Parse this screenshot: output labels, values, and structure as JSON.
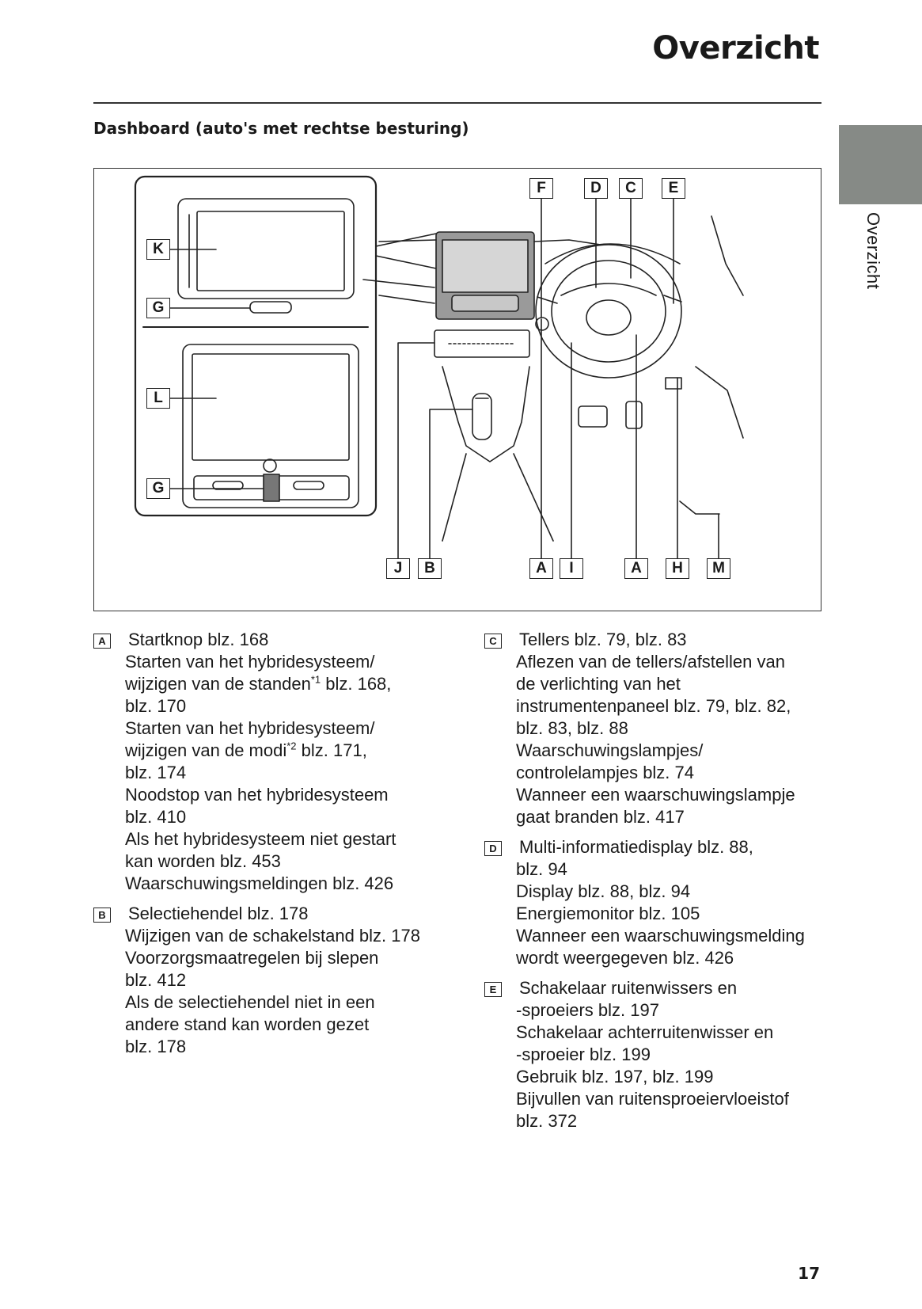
{
  "header": {
    "title": "Overzicht",
    "section": "Dashboard (auto's met rechtse besturing)",
    "side_label": "Overzicht"
  },
  "figure": {
    "callouts": {
      "F": "F",
      "D": "D",
      "C": "C",
      "E": "E",
      "K": "K",
      "G1": "G",
      "L": "L",
      "G2": "G",
      "J": "J",
      "B": "B",
      "A1": "A",
      "I": "I",
      "A2": "A",
      "H": "H",
      "M": "M"
    }
  },
  "left_column": {
    "A": {
      "badge": "A",
      "head": "Startknop blz. 168",
      "lines": [
        "Starten van het hybridesysteem/",
        "wijzigen van de standen",
        "blz. 170",
        "Starten van het hybridesysteem/",
        "wijzigen van de modi",
        "blz. 174",
        "Noodstop van het hybridesysteem",
        "blz. 410",
        "Als het hybridesysteem niet gestart",
        "kan worden blz. 453",
        "Waarschuwingsmeldingen blz. 426"
      ],
      "sup1": "*1",
      "sup1_tail": " blz. 168,",
      "sup2": "*2",
      "sup2_tail": " blz. 171,"
    },
    "B": {
      "badge": "B",
      "head": "Selectiehendel blz. 178",
      "lines": [
        "Wijzigen van de schakelstand blz. 178",
        "Voorzorgsmaatregelen bij slepen",
        "blz. 412",
        "Als de selectiehendel niet in een",
        "andere stand kan worden gezet",
        "blz. 178"
      ]
    }
  },
  "right_column": {
    "C": {
      "badge": "C",
      "head": "Tellers blz. 79, blz. 83",
      "lines": [
        "Aflezen van de tellers/afstellen van",
        "de verlichting van het",
        "instrumentenpaneel blz. 79, blz. 82,",
        "blz. 83, blz. 88",
        "Waarschuwingslampjes/",
        "controlelampjes blz. 74",
        "Wanneer een waarschuwingslampje",
        "gaat branden blz. 417"
      ]
    },
    "D": {
      "badge": "D",
      "head": "Multi-informatiedisplay blz. 88,",
      "lines": [
        "blz. 94",
        "Display blz. 88, blz. 94",
        "Energiemonitor blz. 105",
        "Wanneer een waarschuwingsmelding",
        "wordt weergegeven blz. 426"
      ]
    },
    "E": {
      "badge": "E",
      "head": "Schakelaar ruitenwissers en",
      "lines": [
        "-sproeiers blz. 197",
        "Schakelaar achterruitenwisser en",
        "-sproeier blz. 199",
        "Gebruik blz. 197, blz. 199",
        "Bijvullen van ruitensproeiervloeistof",
        "blz. 372"
      ]
    }
  },
  "footer": {
    "page_number": "17"
  },
  "colors": {
    "side_tab": "#868a86",
    "screen_highlight": "#9a9a9a",
    "text": "#1a1a1a"
  }
}
